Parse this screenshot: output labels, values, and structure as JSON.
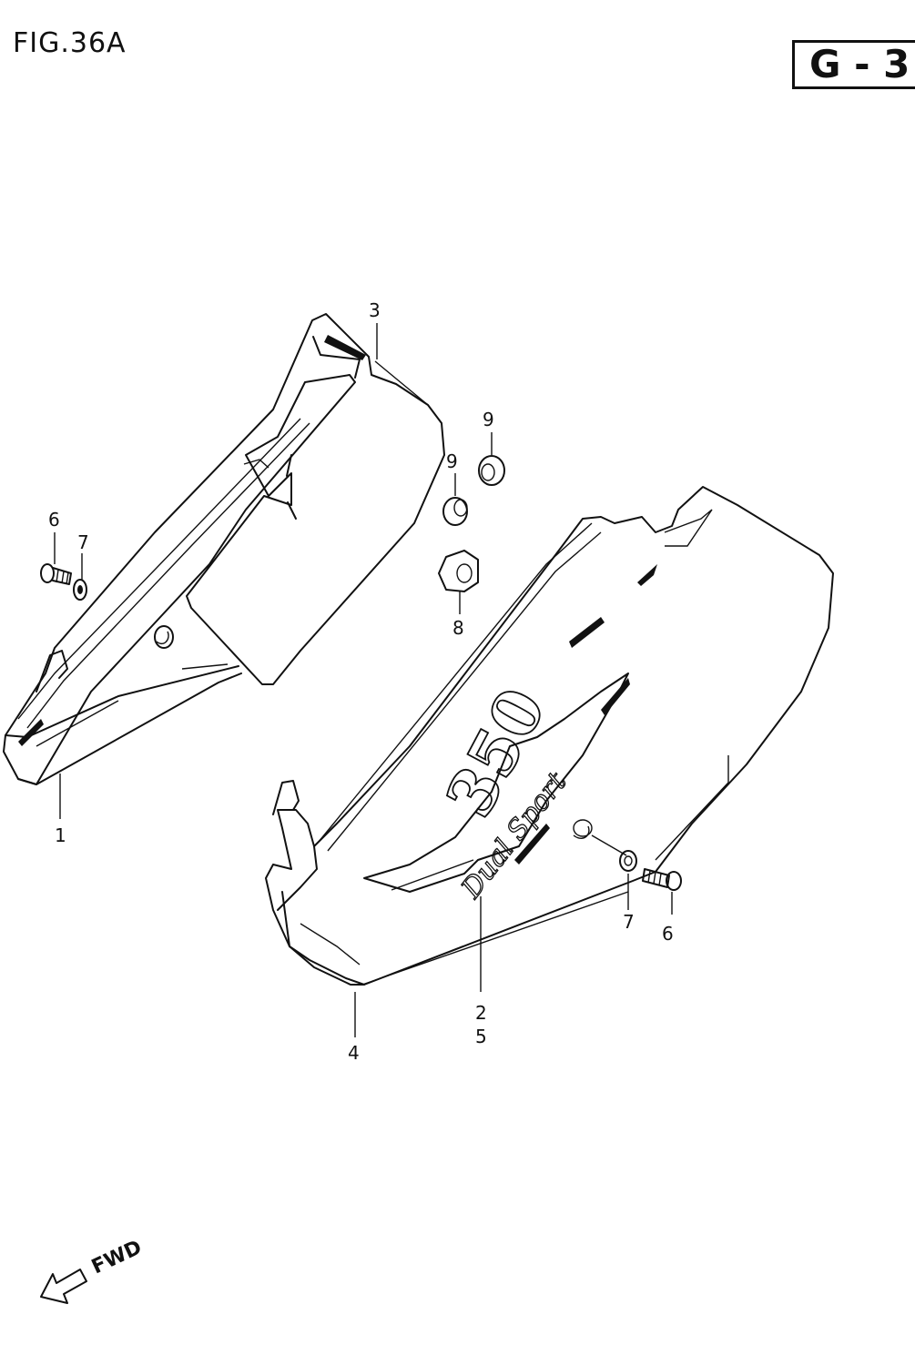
{
  "figure": {
    "label": "FIG.36A",
    "badge": "G - 3"
  },
  "callouts": {
    "c1": "1",
    "c3": "3",
    "c6a": "6",
    "c7a": "7",
    "c9a": "9",
    "c9b": "9",
    "c8": "8",
    "c2": "2",
    "c5": "5",
    "c4": "4",
    "c7b": "7",
    "c6b": "6"
  },
  "logo_text": [
    "350",
    "Dual Sport"
  ],
  "direction": {
    "label": "FWD",
    "icon": "forward-arrow-icon"
  }
}
